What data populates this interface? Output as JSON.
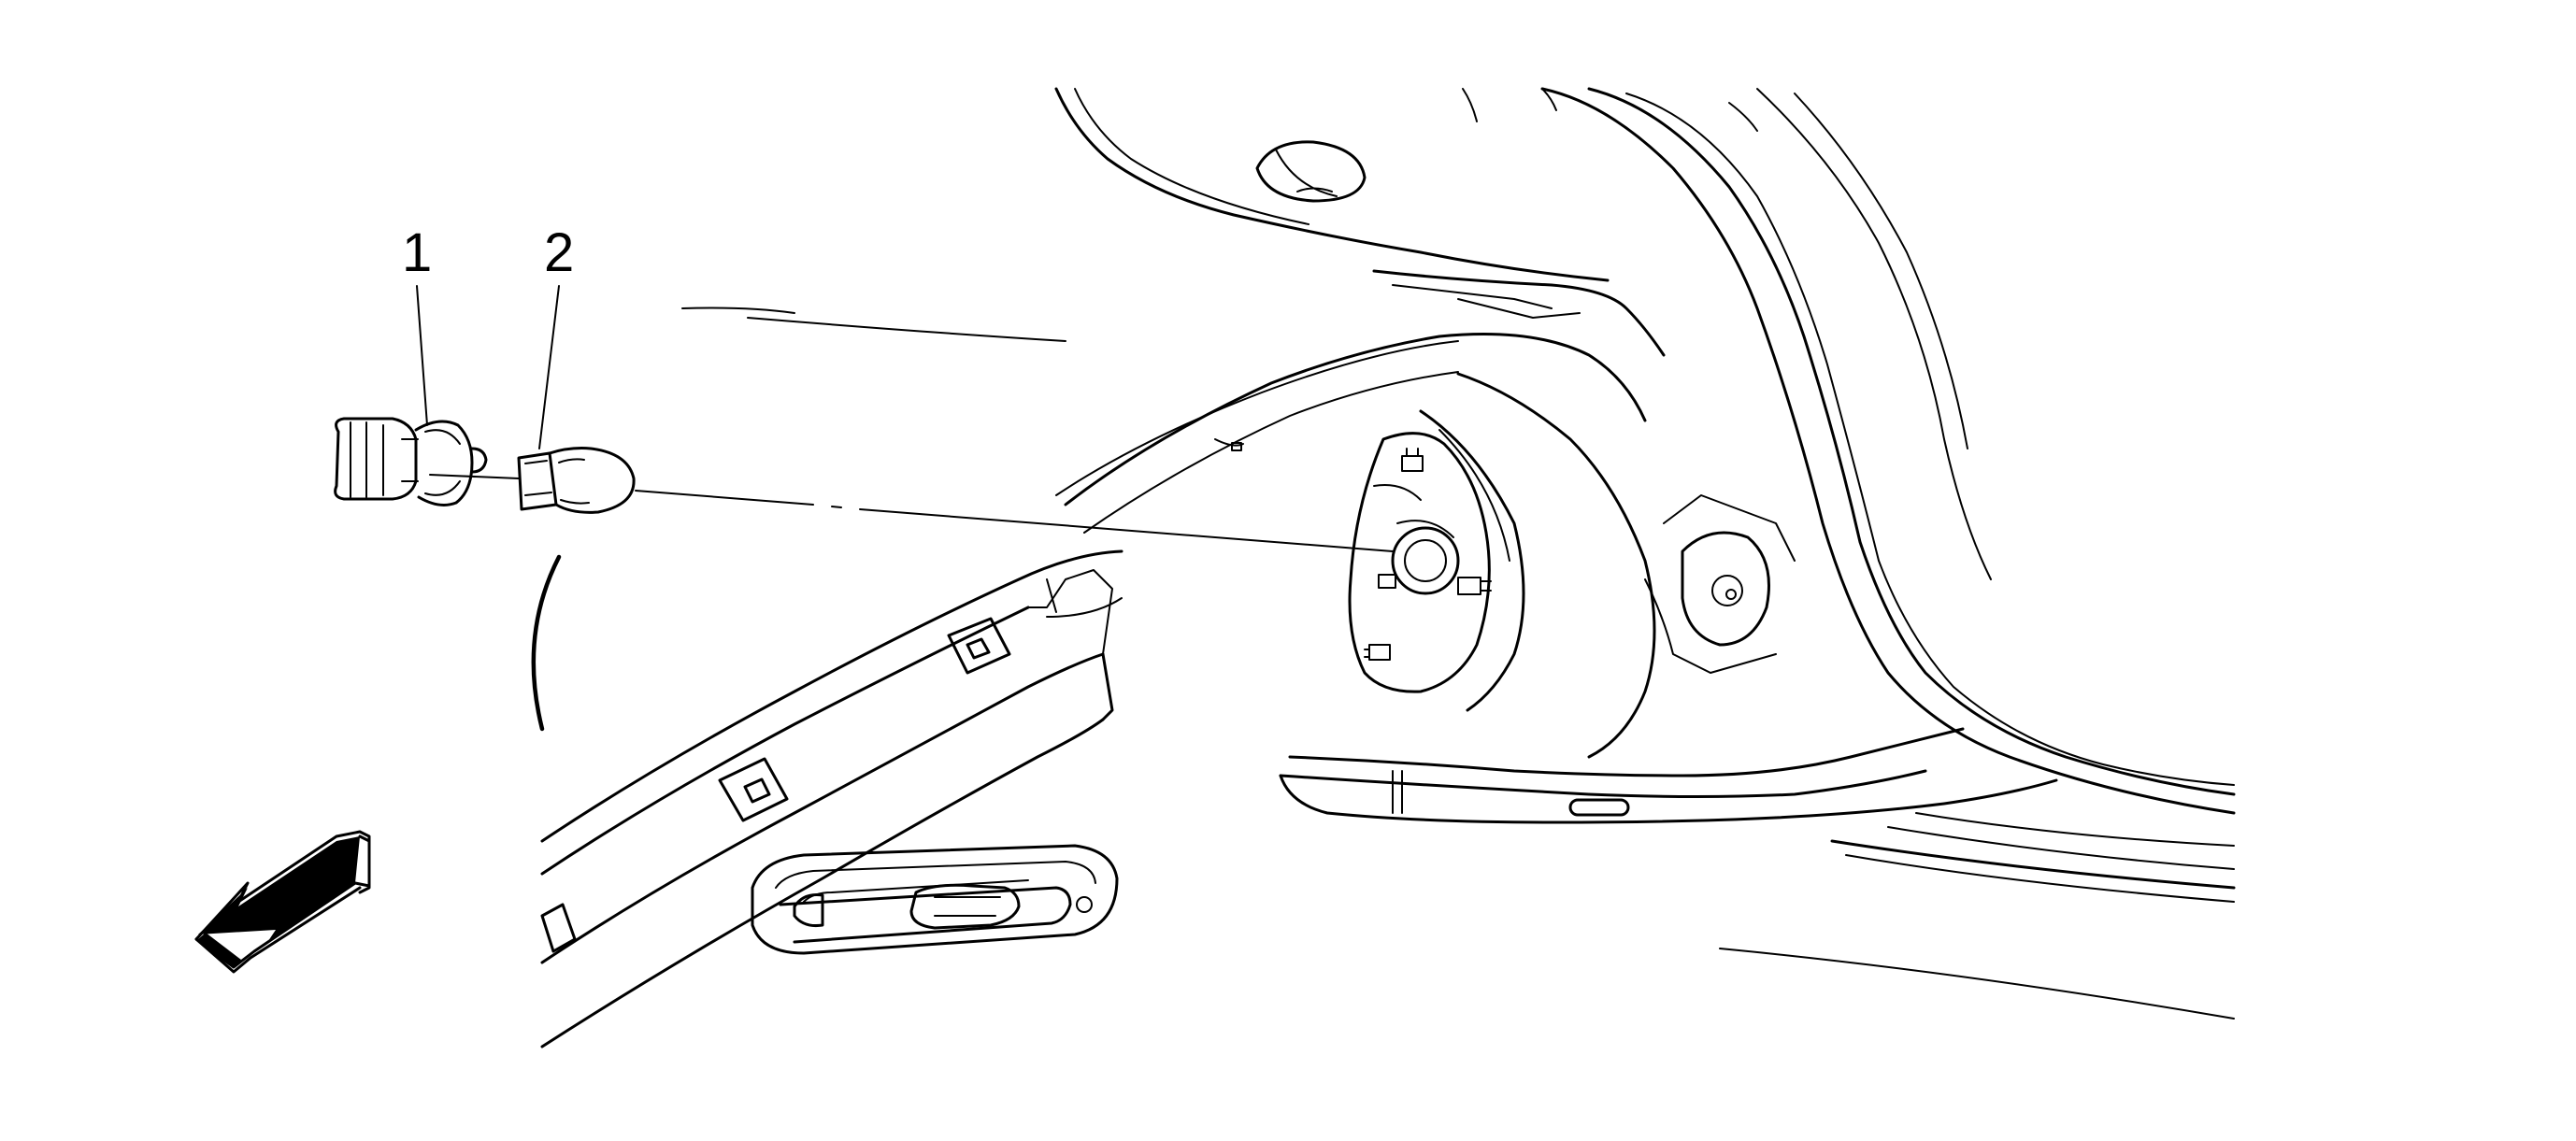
{
  "callouts": [
    {
      "number": "1",
      "part": "bulb socket"
    },
    {
      "number": "2",
      "part": "bulb"
    }
  ],
  "icons": {
    "direction_arrow": "front-direction-arrow-icon"
  },
  "colors": {
    "line": "#000000",
    "background": "#ffffff"
  }
}
